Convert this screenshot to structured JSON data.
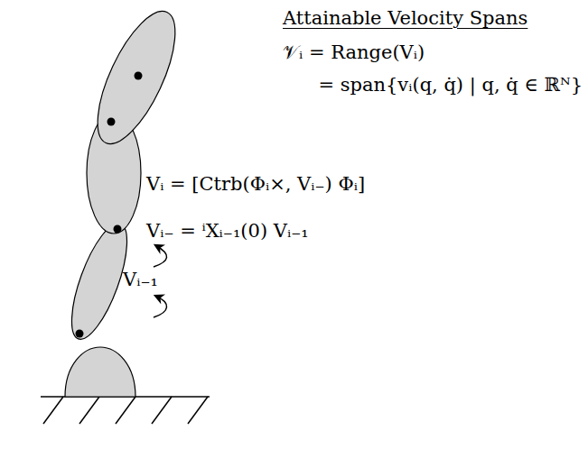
{
  "diagram": {
    "title": "Attainable Velocity Spans",
    "labels": [
      "𝒱ᵢ = Range(Vᵢ)",
      "= span{vᵢ(q, q̇) | q, q̇ ∈ ℝᴺ}",
      "Vᵢ = [Ctrb(Φᵢ×, Vᵢ₋)  Φᵢ]",
      "Vᵢ₋ = ⁱXᵢ₋₁(0) Vᵢ₋₁",
      "Vᵢ₋₁"
    ]
  }
}
